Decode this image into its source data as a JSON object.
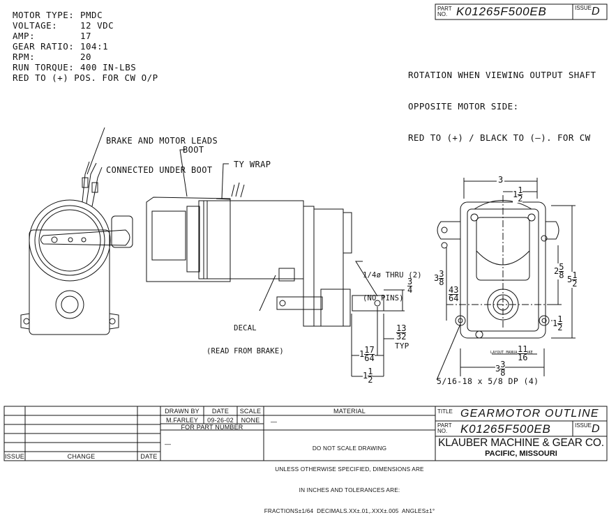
{
  "header": {
    "part_label": "PART\nNO.",
    "part_number": "K01265F500EB",
    "issue_label": "ISSUE",
    "issue_value": "D"
  },
  "specs": [
    {
      "key": "MOTOR TYPE:",
      "value": "PMDC"
    },
    {
      "key": "VOLTAGE:",
      "value": "12 VDC"
    },
    {
      "key": "AMP:",
      "value": "17"
    },
    {
      "key": "GEAR RATIO:",
      "value": "104:1"
    },
    {
      "key": "RPM:",
      "value": "20"
    },
    {
      "key": "RUN TORQUE:",
      "value": "400 IN-LBS"
    }
  ],
  "spec_note": "RED TO (+) POS. FOR CW O/P",
  "rotation_note": [
    "ROTATION WHEN VIEWING OUTPUT SHAFT",
    "OPPOSITE MOTOR SIDE:",
    "RED TO (+) / BLACK TO (–). FOR CW"
  ],
  "callouts": {
    "brake_leads": [
      "BRAKE AND MOTOR LEADS",
      "CONNECTED UNDER BOOT"
    ],
    "boot": "BOOT",
    "ty_wrap": "TY WRAP",
    "decal": [
      "DECAL",
      "(READ FROM BRAKE)"
    ],
    "thru": [
      "1/4ø THRU (2)",
      "(NO PINS)"
    ],
    "tap": "5/16-18 x 5/8 DP (4)",
    "typ": "TYP",
    "layout": "LAYOUT MANUAL BRAKE"
  },
  "dims": {
    "d3": "3",
    "d1_half_top": {
      "whole": "1",
      "num": "1",
      "den": "2"
    },
    "d2_5_8": {
      "whole": "2",
      "num": "5",
      "den": "8"
    },
    "d5_1_2": {
      "whole": "5",
      "num": "1",
      "den": "2"
    },
    "d1_half_side": {
      "whole": "1",
      "num": "1",
      "den": "2"
    },
    "d3_8_left": {
      "whole": "3",
      "num": "3",
      "den": "8"
    },
    "d43_64": {
      "num": "43",
      "den": "64"
    },
    "d3_4": {
      "num": "3",
      "den": "4"
    },
    "d13_32": {
      "num": "13",
      "den": "32"
    },
    "d1_17_64": {
      "whole": "1",
      "num": "17",
      "den": "64"
    },
    "d1_half_bottom": {
      "whole": "1",
      "num": "1",
      "den": "2"
    },
    "d11_16": {
      "num": "11",
      "den": "16"
    },
    "d3_3_8": {
      "whole": "3",
      "num": "3",
      "den": "8"
    }
  },
  "title_block": {
    "drawn_by_label": "DRAWN BY",
    "date_label": "DATE",
    "scale_label": "SCALE",
    "material_label": "MATERIAL",
    "drawn_by": "M.FARLEY",
    "date": "09-26-02",
    "scale": "NONE",
    "material": "—",
    "for_part_number": "FOR PART NUMBER",
    "part_ref": "—",
    "notes": [
      "DO NOT SCALE DRAWING",
      "UNLESS OTHERWISE SPECIFIED, DIMENSIONS ARE",
      "IN INCHES AND TOLERANCES ARE:",
      "FRACTIONS±1/64  DECIMALS.XX±.01,.XXX±.005  ANGLES±1°"
    ],
    "title_label": "TITLE",
    "title": "GEARMOTOR OUTLINE",
    "company": "KLAUBER MACHINE & GEAR CO.",
    "location": "PACIFIC, MISSOURI",
    "issue_col": "ISSUE",
    "change_col": "CHANGE",
    "date_col": "DATE"
  }
}
